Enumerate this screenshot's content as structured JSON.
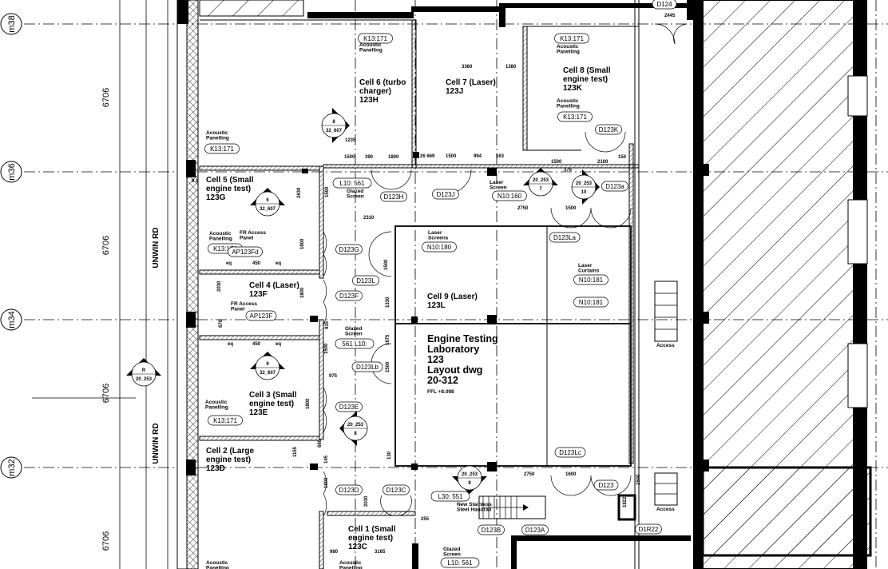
{
  "grid_labels": [
    "m38",
    "m36",
    "m34",
    "m32"
  ],
  "bay_dimensions": [
    "6706",
    "6706",
    "6706",
    "6706"
  ],
  "road_label": "UNWIN RD",
  "rooms": [
    {
      "lines": [
        "Cell 6 (turbo",
        "charger)",
        "123H"
      ]
    },
    {
      "lines": [
        "Cell 7 (Laser)",
        "123J"
      ]
    },
    {
      "lines": [
        "Cell 8 (Small",
        "engine test)",
        "123K"
      ]
    },
    {
      "lines": [
        "Cell 5 (Small",
        "engine test)",
        "123G"
      ]
    },
    {
      "lines": [
        "Cell 4 (Laser)",
        "123F"
      ]
    },
    {
      "lines": [
        "Cell 3 (Small",
        "engine test)",
        "123E"
      ]
    },
    {
      "lines": [
        "Cell 2 (Large",
        "engine test)",
        "123D"
      ]
    },
    {
      "lines": [
        "Cell 1 (Small",
        "engine test)",
        "123C"
      ]
    },
    {
      "lines": [
        "Cell 9 (Laser)",
        "123L"
      ]
    }
  ],
  "main_room": {
    "lines": [
      "Engine Testing",
      "Laboratory",
      "123",
      "Layout dwg",
      "20-312"
    ],
    "ffl": "FFL +8.098"
  },
  "tags": [
    "K13:171",
    "K13:171",
    "K13:171",
    "K13:171",
    "K13:171",
    "K13:171",
    "D124",
    "D123K",
    "D123H",
    "D123J",
    "N10:160",
    "D123a",
    "L10: 561",
    "D123G",
    "AP123Fd",
    "D123L",
    "D123F",
    "AP123F",
    "N10:180",
    "D123La",
    "N10:181",
    "N10:181",
    "561 L10:",
    "D123Lb",
    "D123E",
    "D123Lc",
    "D123D",
    "D123C",
    "L30: 551",
    "D123",
    "D123B",
    "D123A",
    "D1R22",
    "L10: 561"
  ],
  "notes": [
    {
      "lines": [
        "Acoustic",
        "Panelling"
      ]
    },
    {
      "lines": [
        "Acoustic",
        "Panelling"
      ]
    },
    {
      "lines": [
        "Acoustic",
        "Panelling"
      ]
    },
    {
      "lines": [
        "Acoustic",
        "Panelling"
      ]
    },
    {
      "lines": [
        "Acoustic",
        "Panelling"
      ]
    },
    {
      "lines": [
        "Acoustic",
        "Panelling"
      ]
    },
    {
      "lines": [
        "Acoustic",
        "Panelling"
      ]
    },
    {
      "lines": [
        "Acoustic",
        "Panelling"
      ]
    },
    {
      "lines": [
        "Glazed",
        "Screen"
      ]
    },
    {
      "lines": [
        "Glazed",
        "Screen"
      ]
    },
    {
      "lines": [
        "Glazed",
        "Screen"
      ]
    },
    {
      "lines": [
        "Laser",
        "Screen"
      ]
    },
    {
      "lines": [
        "Laser",
        "Screens"
      ]
    },
    {
      "lines": [
        "Laser",
        "Curtains"
      ]
    },
    {
      "lines": [
        "FR Access",
        "Panel"
      ]
    },
    {
      "lines": [
        "FR Access",
        "Panel"
      ]
    },
    {
      "lines": [
        "New Stainless",
        "Steel Handrail"
      ]
    },
    {
      "lines": [
        "Access"
      ]
    },
    {
      "lines": [
        "Access"
      ]
    }
  ],
  "dimensions": [
    "3360",
    "1380",
    "2445",
    "1235",
    "1500",
    "390",
    "1800",
    "26 669",
    "1500",
    "994",
    "163",
    "1500",
    "2100",
    "376",
    "150",
    "2310",
    "2750",
    "1500",
    "2750",
    "1600",
    "eq",
    "450",
    "eq",
    "eq",
    "450",
    "eq",
    "3165",
    "980",
    "255",
    "1800",
    "2030",
    "1800",
    "1800",
    "1500",
    "2030",
    "670",
    "915",
    "1675",
    "1500",
    "1500",
    "1800",
    "1330",
    "1155",
    "145",
    "130",
    "1922",
    "1500",
    "2630",
    "1500",
    "975",
    "680",
    "9.1"
  ],
  "section_markers": [
    {
      "top": "8",
      "bottom": "32_607"
    },
    {
      "top": "6",
      "bottom": "32_607"
    },
    {
      "top": "9",
      "bottom": "32_607"
    },
    {
      "top": "R",
      "bottom": "20_253"
    },
    {
      "top": "20_253",
      "bottom": "7"
    },
    {
      "top": "20_253",
      "bottom": "10"
    },
    {
      "top": "20_253",
      "bottom": "8"
    },
    {
      "top": "20_253",
      "bottom": "9"
    }
  ]
}
